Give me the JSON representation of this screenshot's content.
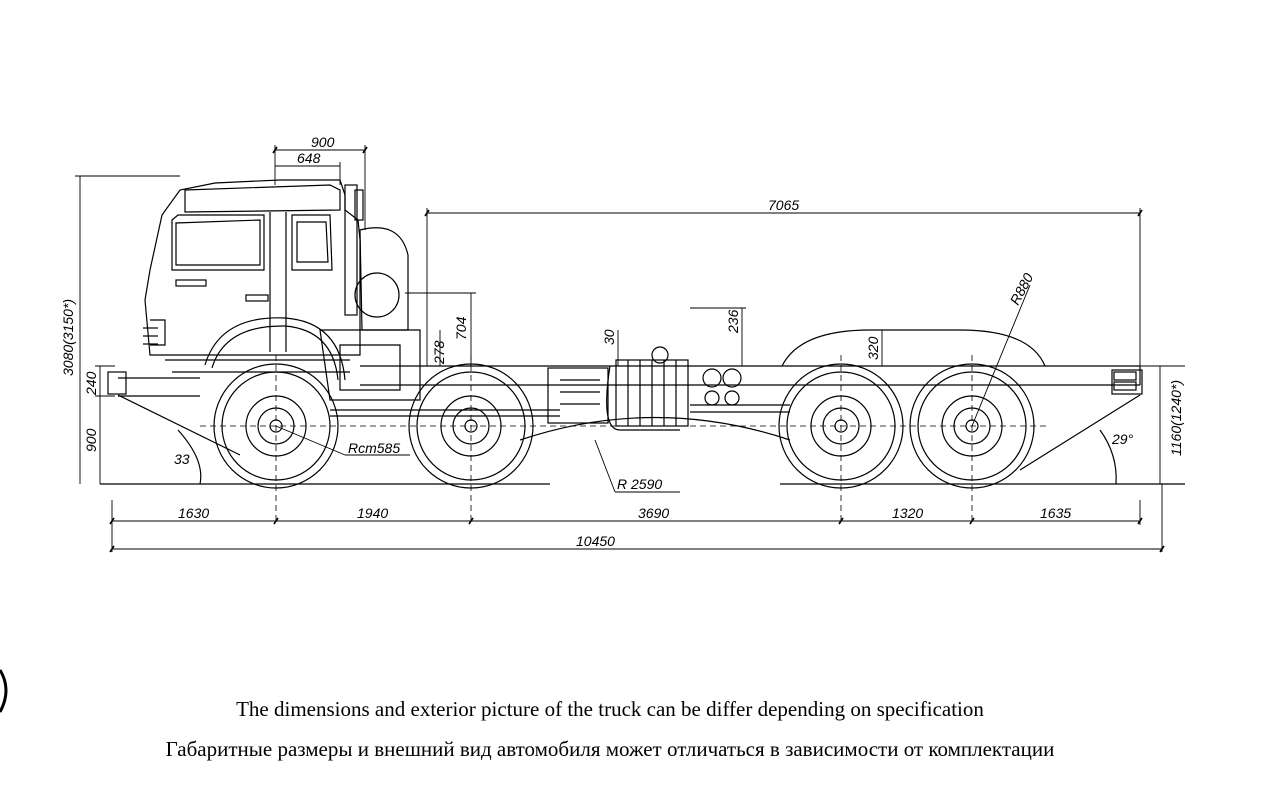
{
  "dimensions": {
    "cab_900": "900",
    "cab_648": "648",
    "frame_7065": "7065",
    "height_total": "3080(3150*)",
    "d_240": "240",
    "d_900": "900",
    "d_278": "278",
    "d_704": "704",
    "d_30": "30",
    "d_236": "236",
    "d_320": "320",
    "r_880": "R880",
    "r_turn": "Rcm585",
    "angle_33": "33",
    "r_2590": "R 2590",
    "angle_29": "29°",
    "rear_1160": "1160(1240*)",
    "base_1630": "1630",
    "base_1940": "1940",
    "base_3690": "3690",
    "base_1320": "1320",
    "base_1635": "1635",
    "total_10450": "10450"
  },
  "captions": {
    "english": "The dimensions and exterior picture of the truck can be differ depending on specification",
    "russian": "Габаритные размеры и внешний вид автомобиля может отличаться в зависимости от комплектации"
  }
}
